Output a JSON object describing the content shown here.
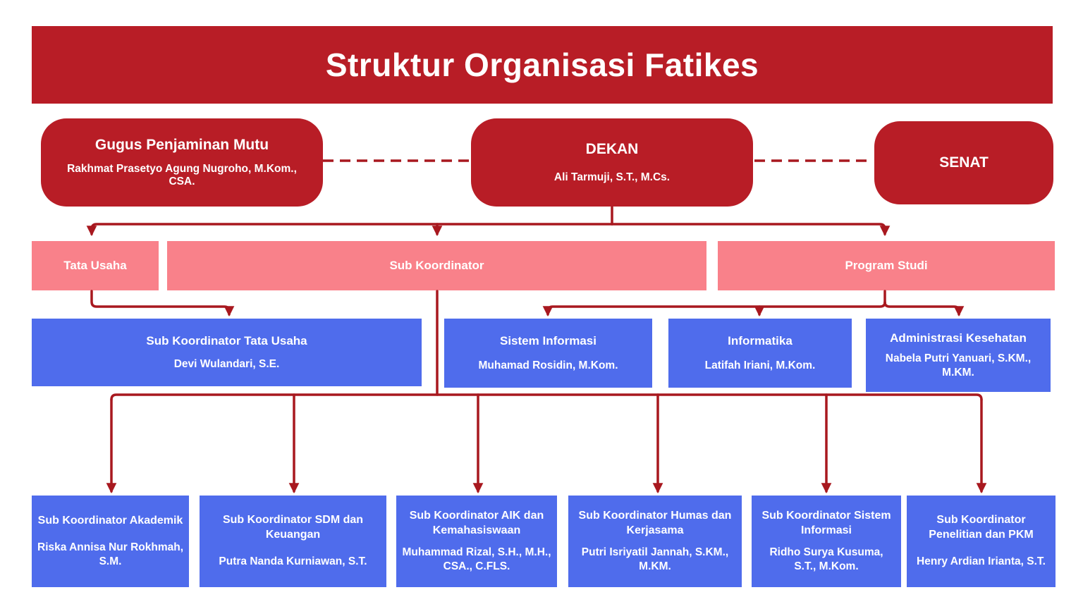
{
  "title": "Struktur Organisasi Fatikes",
  "colors": {
    "dark_red": "#B81D26",
    "pink": "#F9818A",
    "blue": "#4F6CEC",
    "connector_red": "#A8181F",
    "text": "#FFFFFF",
    "background": "#FFFFFF"
  },
  "top_nodes": {
    "gugus": {
      "title": "Gugus Penjaminan Mutu",
      "name": "Rakhmat Prasetyo Agung Nugroho, M.Kom., CSA."
    },
    "dekan": {
      "title": "DEKAN",
      "name": "Ali Tarmuji, S.T., M.Cs."
    },
    "senat": {
      "title": "SENAT"
    }
  },
  "units": {
    "tata_usaha": {
      "label": "Tata Usaha"
    },
    "sub_koordinator": {
      "label": "Sub Koordinator"
    },
    "program_studi": {
      "label": "Program Studi"
    }
  },
  "mid_nodes": {
    "sub_tu": {
      "title": "Sub Koordinator Tata Usaha",
      "name": "Devi Wulandari, S.E."
    },
    "sistem_informasi": {
      "title": "Sistem Informasi",
      "name": "Muhamad Rosidin, M.Kom."
    },
    "informatika": {
      "title": "Informatika",
      "name": "Latifah Iriani, M.Kom."
    },
    "administrasi_kesehatan": {
      "title": "Administrasi Kesehatan",
      "name": "Nabela Putri Yanuari, S.KM., M.KM."
    }
  },
  "sub_koordinators": [
    {
      "title": "Sub Koordinator Akademik",
      "name": "Riska Annisa Nur Rokhmah, S.M."
    },
    {
      "title": "Sub Koordinator SDM dan Keuangan",
      "name": "Putra Nanda Kurniawan, S.T."
    },
    {
      "title": "Sub Koordinator AIK dan Kemahasiswaan",
      "name": "Muhammad Rizal, S.H., M.H., CSA., C.FLS."
    },
    {
      "title": "Sub Koordinator Humas dan Kerjasama",
      "name": "Putri Isriyatil Jannah, S.KM., M.KM."
    },
    {
      "title": "Sub Koordinator Sistem Informasi",
      "name": "Ridho Surya Kusuma, S.T., M.Kom."
    },
    {
      "title": "Sub Koordinator Penelitian dan PKM",
      "name": "Henry Ardian Irianta, S.T."
    }
  ]
}
